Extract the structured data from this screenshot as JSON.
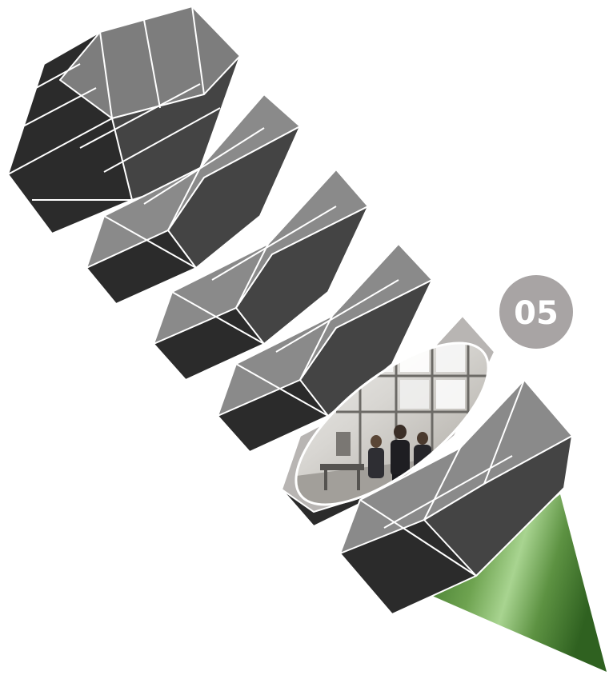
{
  "badge": {
    "label": "05"
  },
  "colors": {
    "dark_face": "#2b2b2b",
    "mid_face": "#444444",
    "light_face": "#8a8a8a",
    "edge": "#ffffff",
    "badge_fill": "#a8a4a4",
    "tip_green_dark": "#3f7a2e",
    "tip_green_light": "#a3d18a"
  },
  "segments": [
    {
      "name": "screw-head"
    },
    {
      "name": "screw-segment-1"
    },
    {
      "name": "screw-segment-2"
    },
    {
      "name": "screw-segment-3"
    },
    {
      "name": "screw-segment-photo"
    },
    {
      "name": "screw-segment-last"
    }
  ],
  "photo": {
    "name": "office-meeting-photo"
  },
  "tip": {
    "name": "screw-tip"
  }
}
